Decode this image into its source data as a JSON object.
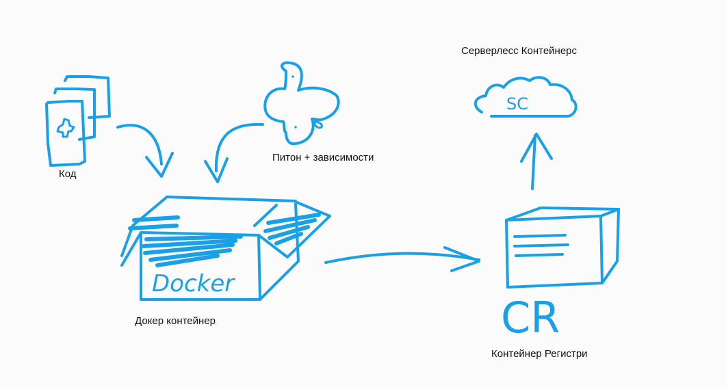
{
  "labels": {
    "code": "Код",
    "python": "Питон + зависимости",
    "docker_container": "Докер контейнер",
    "container_registry": "Контейнер Регистри",
    "serverless": "Серверлесс Контейнерс"
  },
  "sketch_text": {
    "docker": "Docker",
    "registry": "CR",
    "cloud": "SC"
  },
  "colors": {
    "ink": "#1aa0e6",
    "background": "#fbfbfb",
    "text": "#111111"
  }
}
